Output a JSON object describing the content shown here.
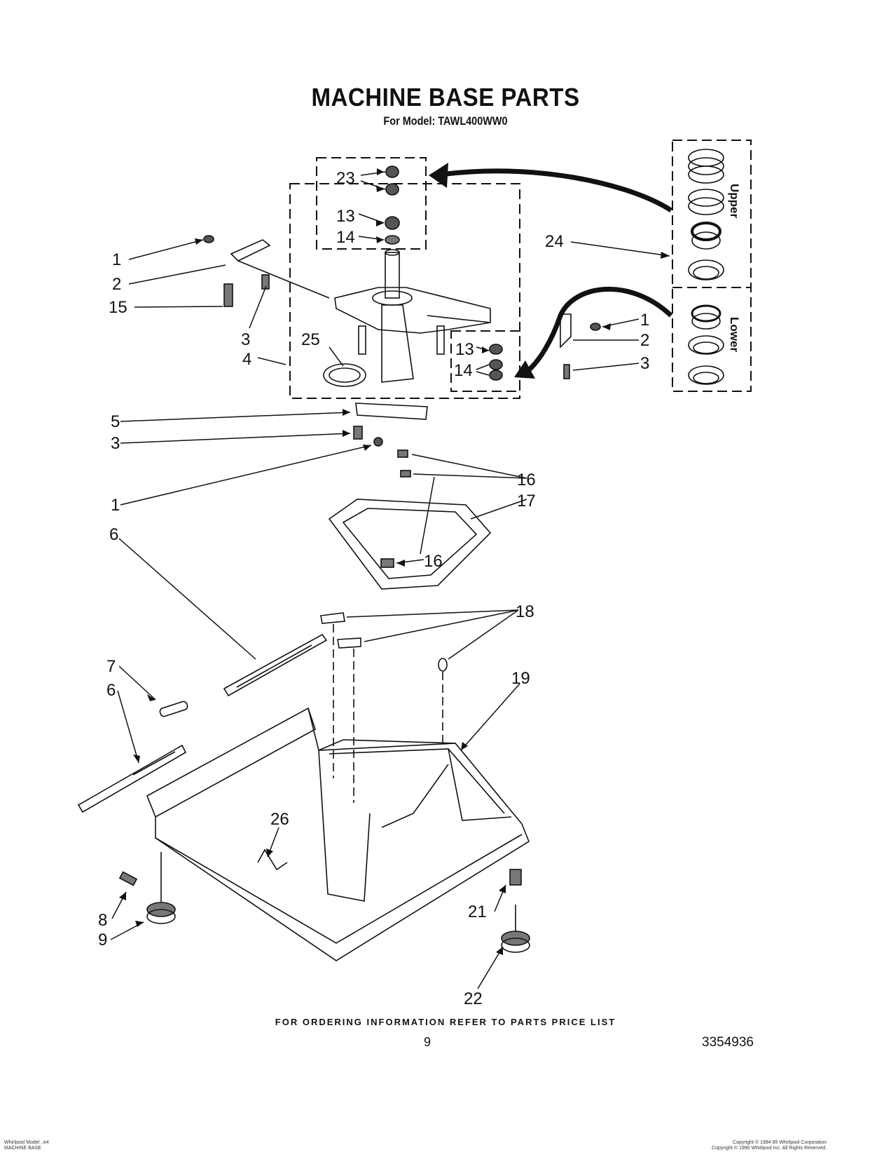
{
  "header": {
    "title": "MACHINE BASE PARTS",
    "subtitle": "For Model: TAWL400WW0"
  },
  "footer": {
    "ordering_note": "FOR ORDERING INFORMATION REFER TO PARTS PRICE LIST",
    "page_number": "9",
    "document_number": "3354936",
    "left_small_1": "Whirlpool Model ..e4",
    "left_small_2": "MACHINE BASE",
    "right_small_1": "Copyright © 1984 85 Whirlpool Corporation",
    "right_small_2": "Copyright © 1990 Whirlpool Inc. All Rights Reserved."
  },
  "inset": {
    "upper_label": "Upper",
    "lower_label": "Lower"
  },
  "callouts": {
    "c1a": "1",
    "c2a": "2",
    "c15": "15",
    "c3a": "3",
    "c4": "4",
    "c23": "23",
    "c13a": "13",
    "c14a": "14",
    "c24": "24",
    "c25": "25",
    "c13b": "13",
    "c14b": "14",
    "c1b": "1",
    "c2b": "2",
    "c3b": "3",
    "c5": "5",
    "c3c": "3",
    "c1c": "1",
    "c6a": "6",
    "c16a": "16",
    "c17": "17",
    "c16b": "16",
    "c18": "18",
    "c7": "7",
    "c6b": "6",
    "c19": "19",
    "c26": "26",
    "c8": "8",
    "c9": "9",
    "c21": "21",
    "c22": "22"
  }
}
